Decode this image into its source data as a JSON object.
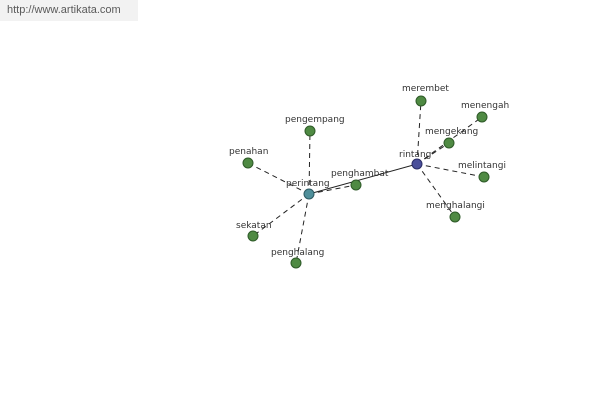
{
  "watermark": {
    "url_text": "http://www.artikata.com"
  },
  "colors": {
    "node_fill": "#4f8a43",
    "node_stroke": "#2e5a28",
    "center_fill": "#4a4f9a",
    "center_stroke": "#2a2d66",
    "hub_fill": "#4f8f9a",
    "hub_stroke": "#2d5a62",
    "edge": "#222222"
  },
  "graph": {
    "nodes": [
      {
        "id": "rintang",
        "label": "rintang",
        "kind": "center"
      },
      {
        "id": "perintang",
        "label": "perintang",
        "kind": "hub"
      },
      {
        "id": "merembet",
        "label": "merembet",
        "kind": "leaf"
      },
      {
        "id": "menengah",
        "label": "menengah",
        "kind": "leaf"
      },
      {
        "id": "mengekang",
        "label": "mengekang",
        "kind": "leaf"
      },
      {
        "id": "melintangi",
        "label": "melintangi",
        "kind": "leaf"
      },
      {
        "id": "menghalangi",
        "label": "menghalangi",
        "kind": "leaf"
      },
      {
        "id": "penghambat",
        "label": "penghambat",
        "kind": "leaf"
      },
      {
        "id": "pengempang",
        "label": "pengempang",
        "kind": "leaf"
      },
      {
        "id": "penahan",
        "label": "penahan",
        "kind": "leaf"
      },
      {
        "id": "sekatan",
        "label": "sekatan",
        "kind": "leaf"
      },
      {
        "id": "penghalang",
        "label": "penghalang",
        "kind": "leaf"
      }
    ],
    "edges": [
      {
        "from": "rintang",
        "to": "perintang",
        "style": "solid"
      },
      {
        "from": "rintang",
        "to": "merembet",
        "style": "dashed"
      },
      {
        "from": "rintang",
        "to": "menengah",
        "style": "dashed"
      },
      {
        "from": "rintang",
        "to": "mengekang",
        "style": "dashed"
      },
      {
        "from": "rintang",
        "to": "melintangi",
        "style": "dashed"
      },
      {
        "from": "rintang",
        "to": "menghalangi",
        "style": "dashed"
      },
      {
        "from": "perintang",
        "to": "penghambat",
        "style": "dashed"
      },
      {
        "from": "perintang",
        "to": "pengempang",
        "style": "dashed"
      },
      {
        "from": "perintang",
        "to": "penahan",
        "style": "dashed"
      },
      {
        "from": "perintang",
        "to": "sekatan",
        "style": "dashed"
      },
      {
        "from": "perintang",
        "to": "penghalang",
        "style": "dashed"
      }
    ]
  }
}
